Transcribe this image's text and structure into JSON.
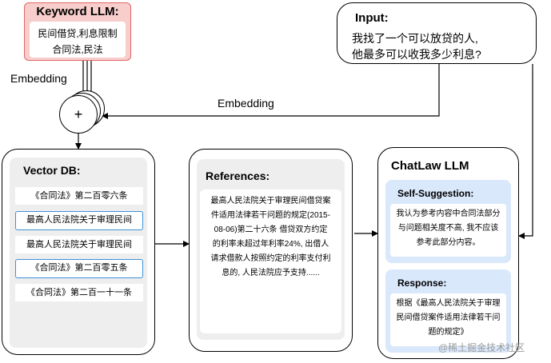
{
  "keyword_llm": {
    "title": "Keyword LLM:",
    "line1": "民间借贷,利息限制",
    "line2": "合同法,民法"
  },
  "input": {
    "title": "Input:",
    "line1": "我找了一个可以放贷的人,",
    "line2": "他最多可以收我多少利息?"
  },
  "plus_label": "+",
  "embedding_left": "Embedding",
  "embedding_top": "Embedding",
  "vector_db": {
    "title": "Vector DB:",
    "items": [
      "《合同法》第二百零六条",
      "最高人民法院关于审理民间",
      "最高人民法院关于审理民间",
      "《合同法》第二百零五条",
      "《合同法》第二百一十一条"
    ]
  },
  "references": {
    "title": "References:",
    "lines": [
      "最高人民法院关于审理民间借贷案",
      "件适用法律若干问题的规定(2015-",
      "08-06)第二十六条 借贷双方约定",
      "的利率未超过年利率24%, 出借人",
      "请求借款人按照约定的利率支付利",
      "息的, 人民法院应予支持......"
    ]
  },
  "chatlaw": {
    "title": "ChatLaw LLM",
    "self_suggestion": {
      "title": "Self-Suggestion:",
      "lines": [
        "我认为参考内容中合同法部分",
        "与问题相关度不高, 我不应该",
        "参考此部分内容。"
      ]
    },
    "response": {
      "title": "Response:",
      "lines": [
        "根据《最高人民法院关于审理",
        "民间借贷案件适用法律若干问",
        "题的规定》"
      ]
    }
  },
  "watermark": "@稀土掘金技术社区",
  "colors": {
    "keyword_fill": "#f8cecc",
    "keyword_border": "#e06666",
    "blue_panel": "#dae8fc",
    "blue_border": "#7ea6e0",
    "gray_panel": "#eeeeee",
    "item_highlight_border": "#3d8fd8"
  }
}
